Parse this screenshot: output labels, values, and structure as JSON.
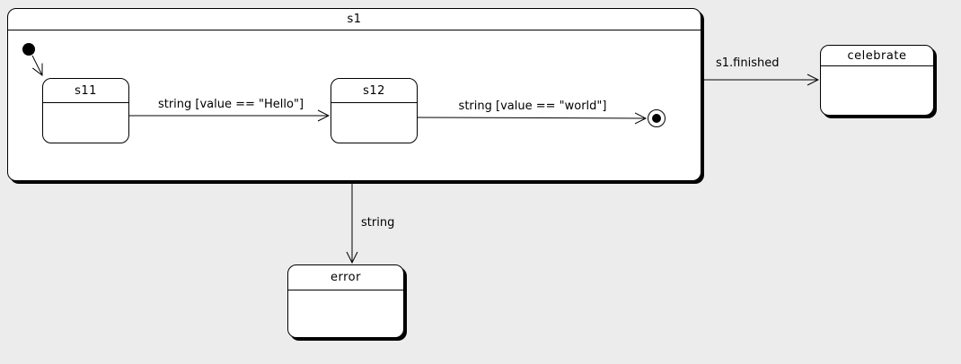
{
  "diagram": {
    "states": {
      "s1": {
        "label": "s1"
      },
      "s11": {
        "label": "s11"
      },
      "s12": {
        "label": "s12"
      },
      "celebrate": {
        "label": "celebrate"
      },
      "error": {
        "label": "error"
      }
    },
    "transitions": {
      "s11_to_s12": {
        "label": "string [value == \"Hello\"]"
      },
      "s12_to_final": {
        "label": "string [value == \"world\"]"
      },
      "s1_to_celebrate": {
        "label": "s1.finished"
      },
      "s1_to_error": {
        "label": "string"
      }
    },
    "pseudostates": {
      "initial": "initial-pseudostate",
      "final": "final-state"
    },
    "colors": {
      "background": "#ececec",
      "state_fill": "#ffffff",
      "stroke": "#000000",
      "shadow": "#000000"
    }
  }
}
